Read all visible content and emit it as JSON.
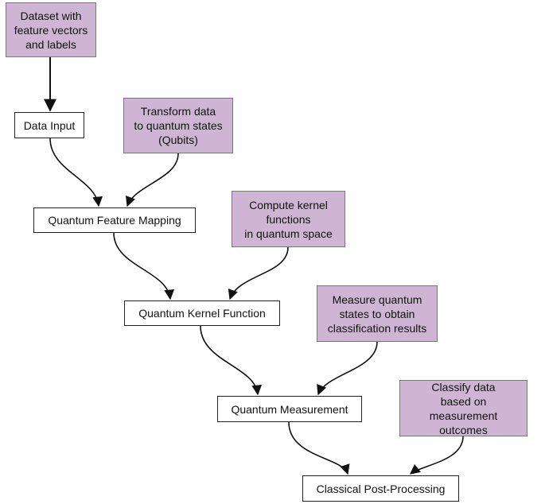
{
  "colors": {
    "note_fill": "#cdb5d3",
    "process_fill": "#ffffff",
    "edge": "#111111"
  },
  "nodes": {
    "dataset": {
      "label": "Dataset with\nfeature vectors\nand labels"
    },
    "data_input": {
      "label": "Data Input"
    },
    "transform_note": {
      "label": "Transform data\nto quantum states\n(Qubits)"
    },
    "feature_mapping": {
      "label": "Quantum Feature Mapping"
    },
    "kernel_note": {
      "label": "Compute kernel\nfunctions\nin quantum space"
    },
    "kernel_function": {
      "label": "Quantum Kernel Function"
    },
    "measure_note": {
      "label": "Measure quantum\nstates to obtain\nclassification results"
    },
    "measurement": {
      "label": "Quantum Measurement"
    },
    "classify_note": {
      "label": "Classify data\nbased on\nmeasurement outcomes"
    },
    "post_processing": {
      "label": "Classical Post-Processing"
    }
  }
}
